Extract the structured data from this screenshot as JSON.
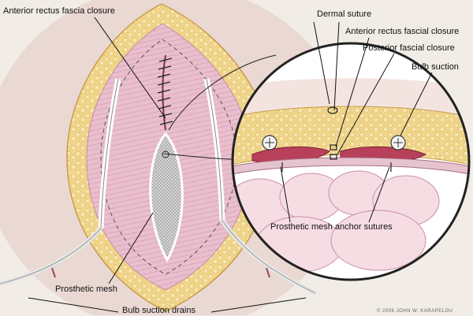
{
  "labels": {
    "anterior_rectus_fascia_closure": "Anterior rectus fascia closure",
    "dermal_suture": "Dermal suture",
    "anterior_rectus_fascial_closure": "Anterior rectus fascial closure",
    "posterior_fascial_closure": "Posterior fascial closure",
    "bulb_suction": "Bulb suction",
    "prosthetic_mesh_anchor_sutures": "Prosthetic mesh anchor sutures",
    "prosthetic_mesh": "Prosthetic mesh",
    "bulb_suction_drains": "Bulb suction drains"
  },
  "copyright": "© 2006 JOHN W. KARAPELOU",
  "colors": {
    "background": "#f1ece6",
    "fat": "#f0d58a",
    "muscle": "#e7b9c9",
    "mesh": "#c9c9c9",
    "deep_muscle": "#b8405a",
    "bowel": "#f6dde4"
  }
}
